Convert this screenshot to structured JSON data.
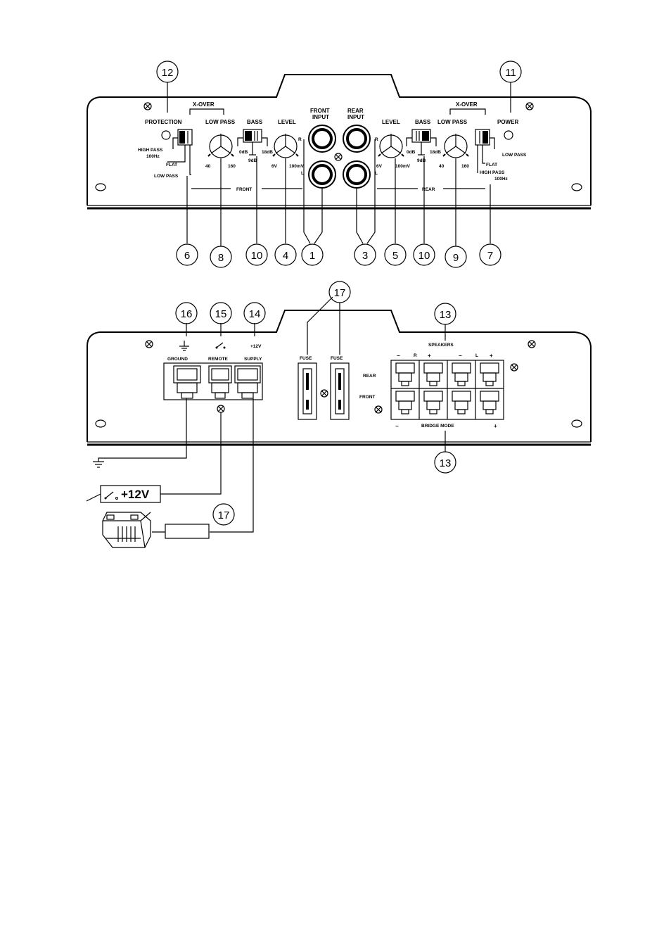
{
  "front_panel": {
    "labels": {
      "protection": "PROTECTION",
      "xover_left": "X-OVER",
      "low_pass_left": "LOW PASS",
      "bass_left": "BASS",
      "level_left": "LEVEL",
      "front_input": "FRONT",
      "front_input_2": "INPUT",
      "rear_input": "REAR",
      "rear_input_2": "INPUT",
      "level_right": "LEVEL",
      "bass_right": "BASS",
      "low_pass_right": "LOW PASS",
      "xover_right": "X-OVER",
      "power": "POWER",
      "high_pass_left": "HIGH PASS",
      "hz_left": "100Hz",
      "flat_left": "FLAT",
      "low_pass_sel_left": "LOW PASS",
      "lp_min_left": "40",
      "lp_max_left": "160",
      "bass_min_left": "0dB",
      "bass_mid_left": "9dB",
      "bass_max_left": "18dB",
      "lvl_min_left": "6V",
      "lvl_max_left": "100mV",
      "r_left": "R",
      "l_left": "L",
      "r_right": "R",
      "l_right": "L",
      "lvl_min_right": "6V",
      "lvl_max_right": "100mV",
      "bass_min_right": "0dB",
      "bass_mid_right": "9dB",
      "bass_max_right": "18dB",
      "lp_min_right": "40",
      "lp_max_right": "160",
      "low_pass_sel_right": "LOW PASS",
      "flat_right": "FLAT",
      "high_pass_right": "HIGH PASS",
      "hz_right": "100Hz",
      "front_section": "FRONT",
      "rear_section": "REAR"
    },
    "callouts": {
      "c12": "12",
      "c11": "11",
      "c6": "6",
      "c8": "8",
      "c10a": "10",
      "c4": "4",
      "c1": "1",
      "c3": "3",
      "c5": "5",
      "c10b": "10",
      "c9": "9",
      "c7": "7"
    }
  },
  "rear_panel": {
    "labels": {
      "plus12v_top": "+12V",
      "ground": "GROUND",
      "remote": "REMOTE",
      "supply": "SUPPLY",
      "fuse1": "FUSE",
      "fuse2": "FUSE",
      "speakers": "SPEAKERS",
      "sp_minus1": "−",
      "sp_r": "R",
      "sp_plus1": "+",
      "sp_minus2": "−",
      "sp_l": "L",
      "sp_plus2": "+",
      "rear": "REAR",
      "front": "FRONT",
      "bridge_minus": "−",
      "bridge_mode": "BRIDGE MODE",
      "bridge_plus": "+",
      "remote_box": "+12V"
    },
    "callouts": {
      "c16": "16",
      "c15": "15",
      "c14": "14",
      "c17a": "17",
      "c13a": "13",
      "c13b": "13",
      "c17b": "17"
    }
  }
}
